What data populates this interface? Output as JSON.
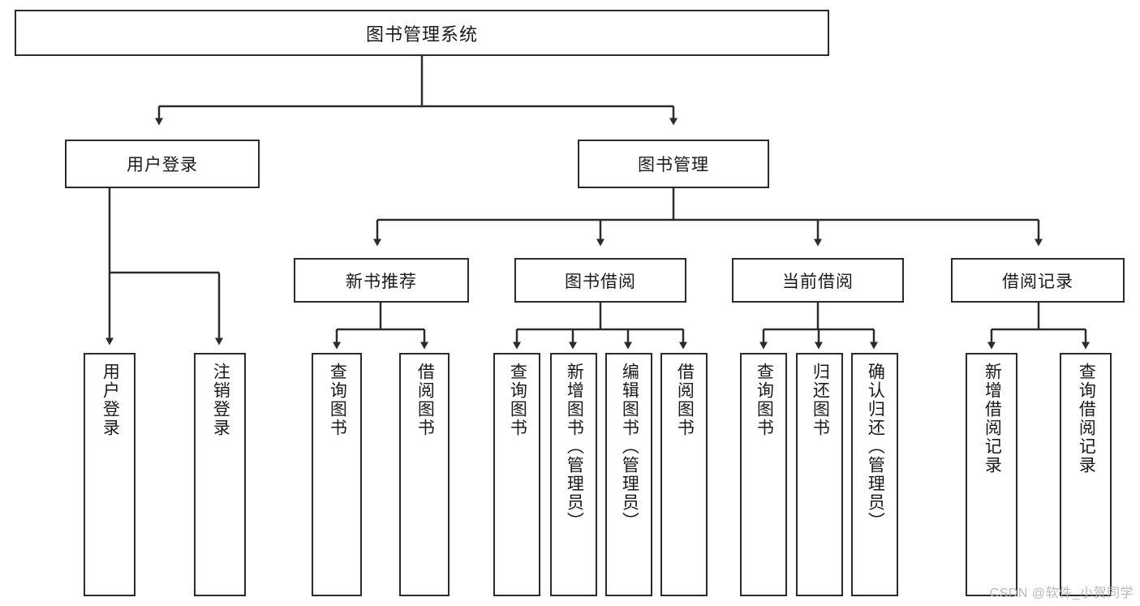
{
  "diagram": {
    "type": "tree",
    "title": "图书管理系统",
    "watermark": "CSDN @软件_小贺同学",
    "colors": {
      "box_border": "#2b2b2b",
      "box_fill": "#ffffff",
      "connector": "#2b2b2b",
      "text": "#1a1a1a",
      "watermark": "#b9b9b9"
    },
    "levels": {
      "level1": [
        "图书管理系统"
      ],
      "level2": [
        "用户登录",
        "图书管理"
      ],
      "level3": [
        "新书推荐",
        "图书借阅",
        "当前借阅",
        "借阅记录"
      ]
    },
    "nodes": {
      "root": {
        "label": "图书管理系统"
      },
      "user_login": {
        "label": "用户登录"
      },
      "book_manage": {
        "label": "图书管理"
      },
      "new_book_rec": {
        "label": "新书推荐"
      },
      "book_borrow": {
        "label": "图书借阅"
      },
      "current_borrow": {
        "label": "当前借阅"
      },
      "borrow_record": {
        "label": "借阅记录"
      }
    },
    "leaves": {
      "user_login": [
        {
          "label": "用户登录"
        },
        {
          "label": "注销登录"
        }
      ],
      "new_book_rec": [
        {
          "label": "查询图书"
        },
        {
          "label": "借阅图书"
        }
      ],
      "book_borrow": [
        {
          "label": "查询图书"
        },
        {
          "label": "新增图书（管理员）"
        },
        {
          "label": "编辑图书（管理员）"
        },
        {
          "label": "借阅图书"
        }
      ],
      "current_borrow": [
        {
          "label": "查询图书"
        },
        {
          "label": "归还图书"
        },
        {
          "label": "确认归还（管理员）"
        }
      ],
      "borrow_record": [
        {
          "label": "新增借阅记录"
        },
        {
          "label": "查询借阅记录"
        }
      ]
    }
  }
}
